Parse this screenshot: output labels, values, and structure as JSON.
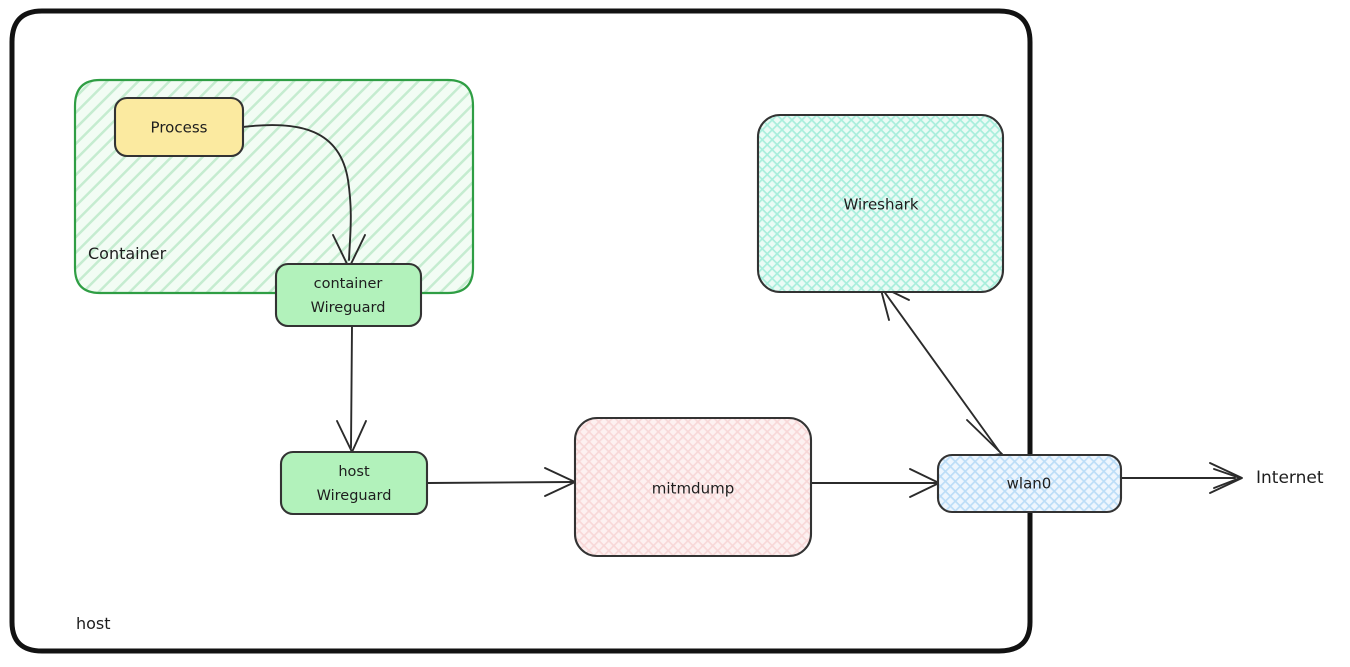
{
  "diagram": {
    "title_label": "host",
    "groups": [
      {
        "id": "host",
        "label": "host",
        "style": "solid-black-rounded",
        "fill": "#ffffff",
        "stroke": "#121212"
      },
      {
        "id": "container",
        "label": "Container",
        "style": "green-hatched-rounded",
        "fill": "#d3f9d8",
        "stroke": "#2f9e44"
      }
    ],
    "nodes": [
      {
        "id": "process",
        "label": "Process",
        "fill": "#fbeaa0",
        "stroke": "#333333",
        "pattern": "solid"
      },
      {
        "id": "container-wireguard",
        "label_line1": "container",
        "label_line2": "Wireguard",
        "fill": "#b2f2bb",
        "stroke": "#333333",
        "pattern": "solid"
      },
      {
        "id": "host-wireguard",
        "label_line1": "host",
        "label_line2": "Wireguard",
        "fill": "#b2f2bb",
        "stroke": "#333333",
        "pattern": "solid"
      },
      {
        "id": "mitmdump",
        "label": "mitmdump",
        "fill": "#fbe0e0",
        "stroke": "#333333",
        "pattern": "cross-hatch"
      },
      {
        "id": "wireshark",
        "label": "Wireshark",
        "fill": "#c3f5e6",
        "stroke": "#333333",
        "pattern": "cross-hatch"
      },
      {
        "id": "wlan0",
        "label": "wlan0",
        "fill": "#cfe6fb",
        "stroke": "#333333",
        "pattern": "cross-hatch"
      }
    ],
    "free_labels": [
      {
        "id": "internet",
        "label": "Internet"
      }
    ],
    "edges": [
      {
        "from": "process",
        "to": "container-wireguard",
        "direction": "one-way"
      },
      {
        "from": "container-wireguard",
        "to": "host-wireguard",
        "direction": "one-way"
      },
      {
        "from": "host-wireguard",
        "to": "mitmdump",
        "direction": "one-way"
      },
      {
        "from": "mitmdump",
        "to": "wlan0",
        "direction": "one-way"
      },
      {
        "from": "wlan0",
        "to": "wireshark",
        "direction": "two-way"
      },
      {
        "from": "wlan0",
        "to": "internet",
        "direction": "one-way"
      }
    ]
  }
}
